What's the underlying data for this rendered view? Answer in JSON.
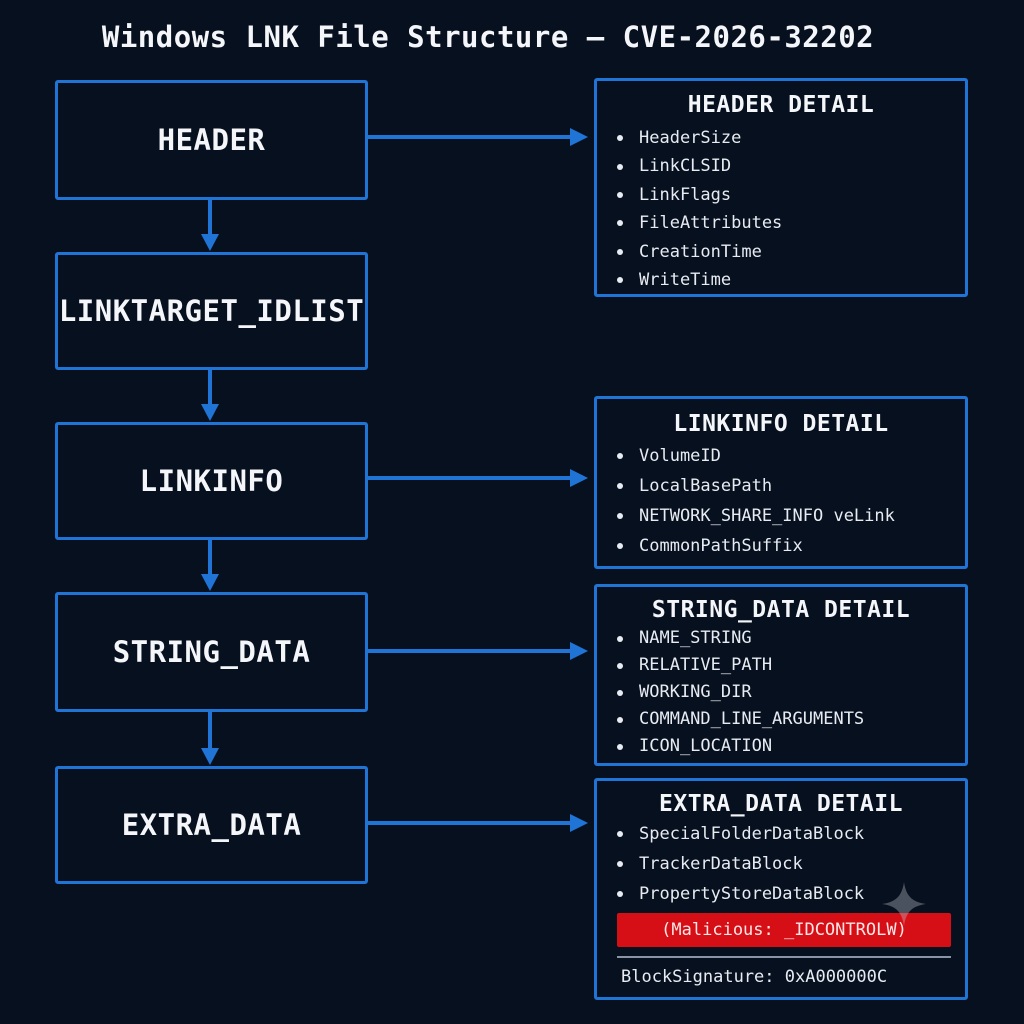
{
  "title": "Windows LNK File Structure – CVE-2026-32202",
  "main_boxes": [
    {
      "label": "HEADER"
    },
    {
      "label": "LINKTARGET_IDLIST"
    },
    {
      "label": "LINKINFO"
    },
    {
      "label": "STRING_DATA"
    },
    {
      "label": "EXTRA_DATA"
    }
  ],
  "details": {
    "header": {
      "title": "HEADER DETAIL",
      "items": [
        "HeaderSize",
        "LinkCLSID",
        "LinkFlags",
        "FileAttributes",
        "CreationTime",
        "WriteTime"
      ]
    },
    "linkinfo": {
      "title": "LINKINFO DETAIL",
      "items": [
        "VolumeID",
        "LocalBasePath",
        "NETWORK_SHARE_INFO veLink",
        "CommonPathSuffix"
      ]
    },
    "string_data": {
      "title": "STRING_DATA DETAIL",
      "items": [
        "NAME_STRING",
        "RELATIVE_PATH",
        "WORKING_DIR",
        "COMMAND_LINE_ARGUMENTS",
        "ICON_LOCATION"
      ]
    },
    "extra_data": {
      "title": "EXTRA_DATA DETAIL",
      "items": [
        "SpecialFolderDataBlock",
        "TrackerDataBlock",
        "PropertyStoreDataBlock"
      ],
      "malicious_label": "(Malicious: _IDCONTROLW)",
      "signature": "BlockSignature: 0xA000000C"
    }
  },
  "colors": {
    "background": "#07101f",
    "accent": "#1f74d6",
    "malicious": "#d60f17"
  }
}
